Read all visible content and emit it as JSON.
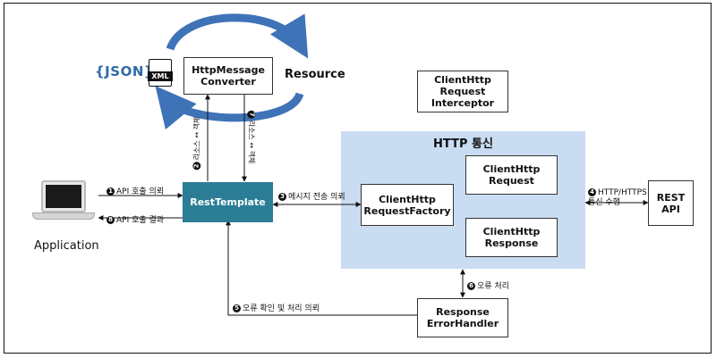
{
  "resource_label": "Resource",
  "json_label": "{JSON}",
  "xml_label": "XML",
  "http_group_title": "HTTP 통신",
  "boxes": {
    "http_message_converter": "HttpMessage\nConverter",
    "client_http_request_interceptor": "ClientHttp\nRequest\nInterceptor",
    "rest_template": "RestTemplate",
    "client_http_request_factory": "ClientHttp\nRequestFactory",
    "client_http_request": "ClientHttp\nRequest",
    "client_http_response": "ClientHttp\nResponse",
    "rest_api": "REST\nAPI",
    "response_error_handler": "Response\nErrorHandler"
  },
  "application_label": "Application",
  "steps": {
    "s1": {
      "num": "1",
      "text": "API 호출 의뢰"
    },
    "s2": {
      "num": "2",
      "text": "리소스 ↔ 객체"
    },
    "s3": {
      "num": "3",
      "text": "메시지 전송 의뢰"
    },
    "s4": {
      "num": "4",
      "text": "HTTP/HTTPS\n통신 수행"
    },
    "s5": {
      "num": "5",
      "text": "오류 확인 및 처리 의뢰"
    },
    "s6": {
      "num": "6",
      "text": "오류 처리"
    },
    "s7": {
      "num": "7",
      "text": "리소스 ↔ 객체"
    },
    "s8": {
      "num": "8",
      "text": "API 호출 결과"
    }
  },
  "colors": {
    "rest_template_fill": "#2b7d95",
    "http_group_fill": "#c9dcf2",
    "arc_blue": "#3f73b8"
  }
}
